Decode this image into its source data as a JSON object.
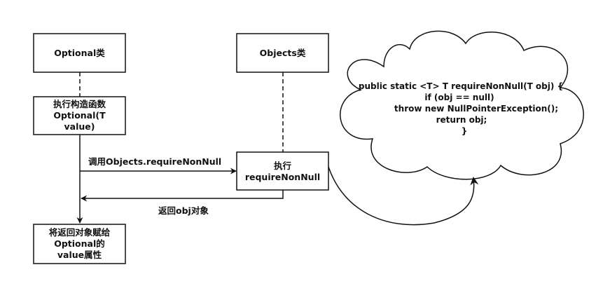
{
  "boxes": {
    "optional_class": [
      "Optional类"
    ],
    "objects_class": [
      "Objects类"
    ],
    "constructor": [
      "执行构造函数",
      "Optional(T",
      "value)"
    ],
    "require": [
      "执行",
      "requireNonNull"
    ],
    "assign": [
      "将返回对象赋给",
      "Optional的",
      "value属性"
    ]
  },
  "edges": {
    "call_label": "调用Objects.requireNonNull",
    "return_label": "返回obj对象"
  },
  "cloud": {
    "code_lines": [
      "public static <T> T requireNonNull(T obj) {",
      "if (obj == null)",
      "throw new NullPointerException();",
      "return obj;",
      "}"
    ]
  }
}
